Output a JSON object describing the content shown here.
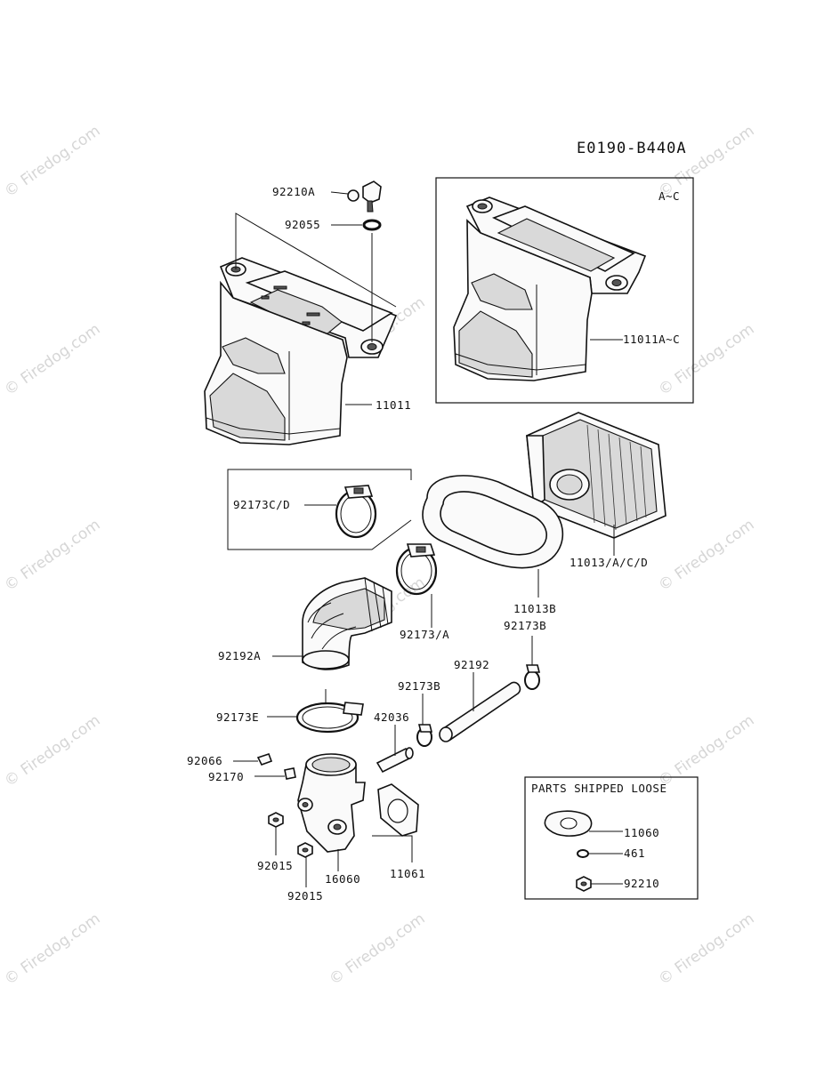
{
  "diagram_code": "E0190-B440A",
  "watermark_text": "© Firedog.com",
  "inset_variant_label": "A~C",
  "parts_loose_title": "PARTS SHIPPED LOOSE",
  "labels": {
    "p92210A": "92210A",
    "p92055": "92055",
    "p11011": "11011",
    "p11011AC": "11011A~C",
    "p92173CD": "92173C/D",
    "p11013ACD": "11013/A/C/D",
    "p11013B": "11013B",
    "p92173A": "92173/A",
    "p92173B_top": "92173B",
    "p92192A": "92192A",
    "p92192": "92192",
    "p92173B": "92173B",
    "p42036": "42036",
    "p92173E": "92173E",
    "p92066": "92066",
    "p92170": "92170",
    "p92015_a": "92015",
    "p92015_b": "92015",
    "p16060": "16060",
    "p11061": "11061",
    "p11060": "11060",
    "p461": "461",
    "p92210": "92210"
  }
}
